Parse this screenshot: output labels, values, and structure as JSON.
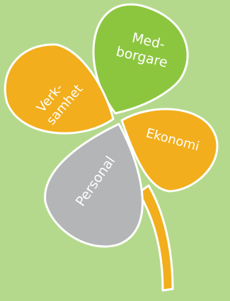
{
  "colors": {
    "background": "#b5d98c",
    "medborgare": "#8cc63f",
    "verksamhet": "#f2ae1c",
    "ekonomi": "#f2ae1c",
    "personal": "#b3b5b7",
    "stem": "#f2ae1c",
    "outline": "#ffffff",
    "label": "#ffffff"
  },
  "leaves": {
    "medborgare": {
      "line1": "Med-",
      "line2": "borgare"
    },
    "verksamhet": {
      "line1": "Verk-",
      "line2": "samhet"
    },
    "ekonomi": {
      "label": "Ekonomi"
    },
    "personal": {
      "label": "Personal"
    }
  }
}
